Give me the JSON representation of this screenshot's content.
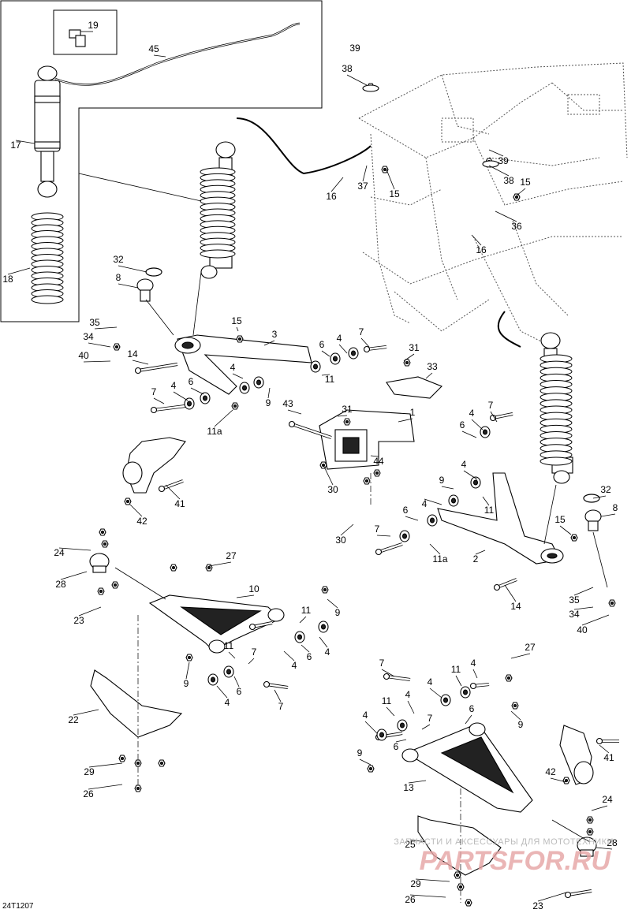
{
  "document_code": "24T1207",
  "watermark": {
    "tagline": "ЗАПЧАСТИ И АКСЕССУАРЫ ДЛЯ МОТОТЕХНИКИ",
    "logo": "PARTSFOR.RU"
  },
  "callouts": [
    {
      "id": "c19",
      "text": "19"
    },
    {
      "id": "c45",
      "text": "45"
    },
    {
      "id": "c17",
      "text": "17"
    },
    {
      "id": "c18",
      "text": "18"
    },
    {
      "id": "c39a",
      "text": "39"
    },
    {
      "id": "c38a",
      "text": "38"
    },
    {
      "id": "c39b",
      "text": "39"
    },
    {
      "id": "c38b",
      "text": "38"
    },
    {
      "id": "c16a",
      "text": "16"
    },
    {
      "id": "c37",
      "text": "37"
    },
    {
      "id": "c15a",
      "text": "15"
    },
    {
      "id": "c15b",
      "text": "15"
    },
    {
      "id": "c36",
      "text": "36"
    },
    {
      "id": "c16b",
      "text": "16"
    },
    {
      "id": "c32a",
      "text": "32"
    },
    {
      "id": "c8a",
      "text": "8"
    },
    {
      "id": "c15c",
      "text": "15"
    },
    {
      "id": "c3",
      "text": "3"
    },
    {
      "id": "c35a",
      "text": "35"
    },
    {
      "id": "c34a",
      "text": "34"
    },
    {
      "id": "c40a",
      "text": "40"
    },
    {
      "id": "c14a",
      "text": "14"
    },
    {
      "id": "c6a",
      "text": "6"
    },
    {
      "id": "c4a",
      "text": "4"
    },
    {
      "id": "c7a",
      "text": "7"
    },
    {
      "id": "c31a",
      "text": "31"
    },
    {
      "id": "c33",
      "text": "33"
    },
    {
      "id": "c4b",
      "text": "4"
    },
    {
      "id": "c11a",
      "text": "11"
    },
    {
      "id": "c7b",
      "text": "7"
    },
    {
      "id": "c4c",
      "text": "4"
    },
    {
      "id": "c6b",
      "text": "6"
    },
    {
      "id": "c9a",
      "text": "9"
    },
    {
      "id": "c43",
      "text": "43"
    },
    {
      "id": "c31b",
      "text": "31"
    },
    {
      "id": "c1",
      "text": "1"
    },
    {
      "id": "c11aa",
      "text": "11a"
    },
    {
      "id": "c44",
      "text": "44"
    },
    {
      "id": "c30a",
      "text": "30"
    },
    {
      "id": "c41a",
      "text": "41"
    },
    {
      "id": "c42a",
      "text": "42"
    },
    {
      "id": "c4d",
      "text": "4"
    },
    {
      "id": "c7c",
      "text": "7"
    },
    {
      "id": "c6c",
      "text": "6"
    },
    {
      "id": "c4e",
      "text": "4"
    },
    {
      "id": "c9b",
      "text": "9"
    },
    {
      "id": "c11b",
      "text": "11"
    },
    {
      "id": "c4f",
      "text": "4"
    },
    {
      "id": "c6d",
      "text": "6"
    },
    {
      "id": "c7d",
      "text": "7"
    },
    {
      "id": "c30b",
      "text": "30"
    },
    {
      "id": "c15d",
      "text": "15"
    },
    {
      "id": "c32b",
      "text": "32"
    },
    {
      "id": "c8b",
      "text": "8"
    },
    {
      "id": "c11ab",
      "text": "11a"
    },
    {
      "id": "c2",
      "text": "2"
    },
    {
      "id": "c14b",
      "text": "14"
    },
    {
      "id": "c35b",
      "text": "35"
    },
    {
      "id": "c34b",
      "text": "34"
    },
    {
      "id": "c40b",
      "text": "40"
    },
    {
      "id": "c24a",
      "text": "24"
    },
    {
      "id": "c28a",
      "text": "28"
    },
    {
      "id": "c23a",
      "text": "23"
    },
    {
      "id": "c27a",
      "text": "27"
    },
    {
      "id": "c10",
      "text": "10"
    },
    {
      "id": "c9c",
      "text": "9"
    },
    {
      "id": "c11c",
      "text": "11"
    },
    {
      "id": "c6e",
      "text": "6"
    },
    {
      "id": "c4g",
      "text": "4"
    },
    {
      "id": "c11d",
      "text": "11"
    },
    {
      "id": "c7e",
      "text": "7"
    },
    {
      "id": "c4h",
      "text": "4"
    },
    {
      "id": "c9d",
      "text": "9"
    },
    {
      "id": "c4i",
      "text": "4"
    },
    {
      "id": "c6f",
      "text": "6"
    },
    {
      "id": "c7f",
      "text": "7"
    },
    {
      "id": "c22",
      "text": "22"
    },
    {
      "id": "c29a",
      "text": "29"
    },
    {
      "id": "c26a",
      "text": "26"
    },
    {
      "id": "c7g",
      "text": "7"
    },
    {
      "id": "c27b",
      "text": "27"
    },
    {
      "id": "c4j",
      "text": "4"
    },
    {
      "id": "c11e",
      "text": "11"
    },
    {
      "id": "c4k",
      "text": "4"
    },
    {
      "id": "c11f",
      "text": "11"
    },
    {
      "id": "c4l",
      "text": "4"
    },
    {
      "id": "c6g",
      "text": "6"
    },
    {
      "id": "c9e",
      "text": "9"
    },
    {
      "id": "c4m",
      "text": "4"
    },
    {
      "id": "c7h",
      "text": "7"
    },
    {
      "id": "c6h",
      "text": "6"
    },
    {
      "id": "c9f",
      "text": "9"
    },
    {
      "id": "c41b",
      "text": "41"
    },
    {
      "id": "c42b",
      "text": "42"
    },
    {
      "id": "c13",
      "text": "13"
    },
    {
      "id": "c24b",
      "text": "24"
    },
    {
      "id": "c25",
      "text": "25"
    },
    {
      "id": "c28b",
      "text": "28"
    },
    {
      "id": "c29b",
      "text": "29"
    },
    {
      "id": "c26b",
      "text": "26"
    },
    {
      "id": "c23b",
      "text": "23"
    }
  ]
}
